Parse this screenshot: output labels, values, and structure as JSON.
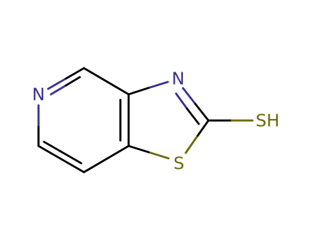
{
  "molecule": {
    "atoms": {
      "n_pyridine": {
        "symbol": "N",
        "color": "#3a3193"
      },
      "n_thiazole": {
        "symbol": "N",
        "color": "#3a3193"
      },
      "s_ring": {
        "symbol": "S",
        "color": "#6b6b0a"
      },
      "sh_group": {
        "symbol": "SH",
        "color": "#6b6b0a"
      }
    },
    "bond_color": "#000000"
  }
}
